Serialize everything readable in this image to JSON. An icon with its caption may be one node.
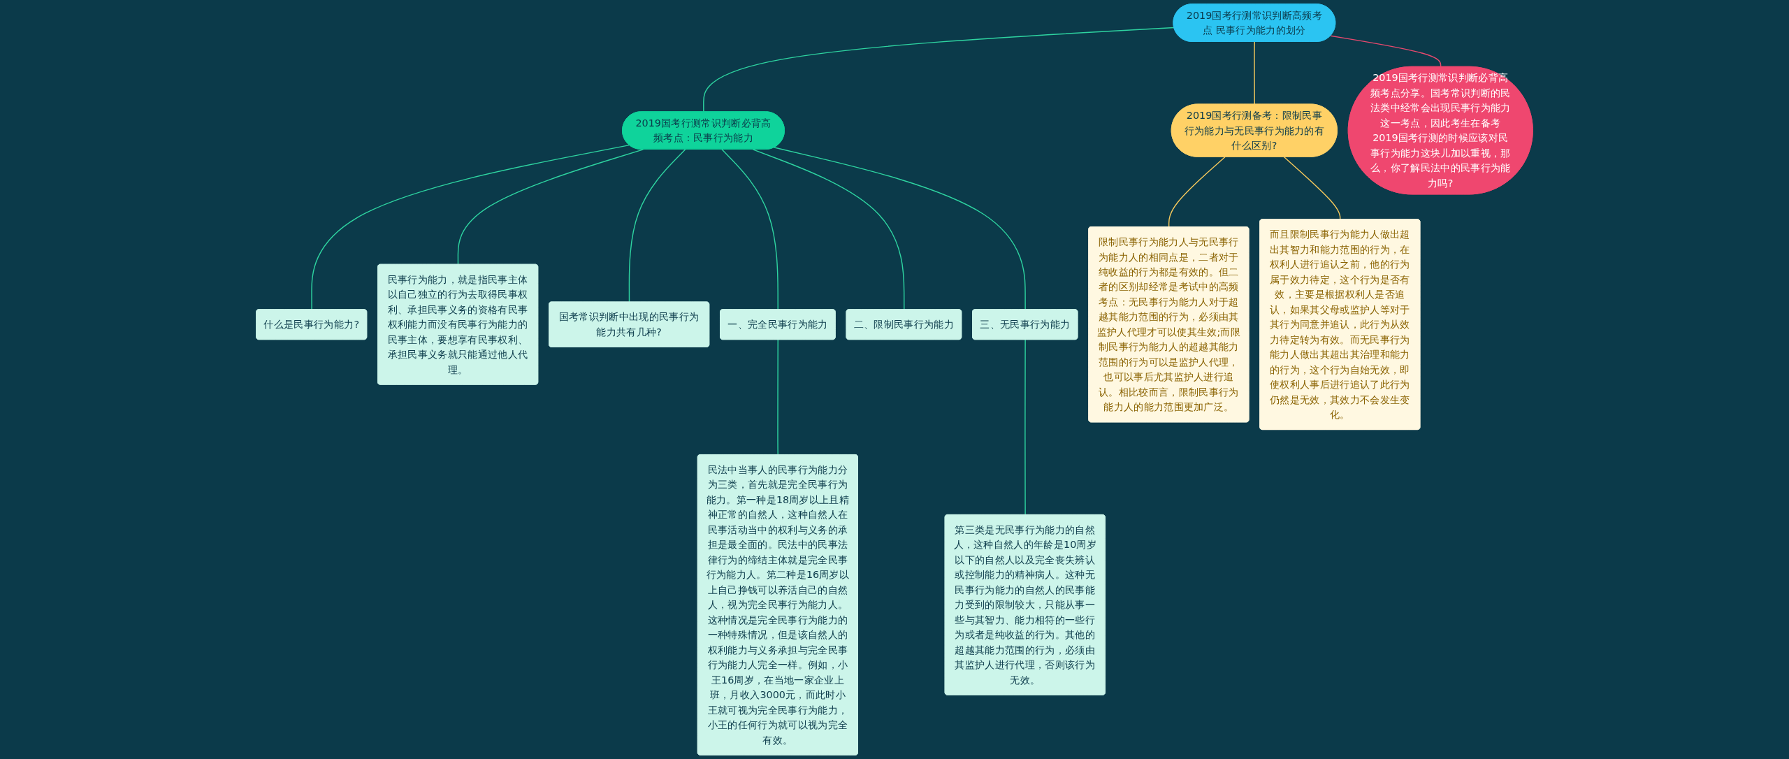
{
  "diagram": {
    "nodes": [
      {
        "text": [
          "2019国考行测常识判断高频考点 民事行为能力的划分"
        ]
      },
      {
        "text": [
          "2019国考行测常识判断必背高频考点分享。国考常识判断的民法类中经常会出现民事行为能力这一考点，因此考生在备考2019国考行测的时候应该对民事行为能力这块儿加以重视，那么，你了解民法中的民事行为能力吗?"
        ]
      },
      {
        "text": [
          "2019国考行测常识判断必背高频考点：民事行为能力"
        ]
      },
      {
        "text": [
          "什么是民事行为能力?"
        ]
      },
      {
        "text": [
          "民事行为能力，就是指民事主体以自己独立的行为去取得民事权利、承担民事义务的资格有民事权利能力而没有民事行为能力的民事主体，要想享有民事权利、承担民事义务就只能通过他人代理。"
        ]
      },
      {
        "text": [
          "国考常识判断中出现的民事行为能力共有几种?"
        ]
      },
      {
        "text": [
          "民法中当事人的民事行为能力分为三类，首先就是完全民事行为能力。第一种是18周岁以上且精神正常的自然人，这种自然人在民事活动当中的权利与义务的承担是最全面的。民法中的民事法律行为的缔结主体就是完全民事行为能力人。第二种是16周岁以上自己挣钱可以养活自己的自然人，视为完全民事行为能力人。这种情况是完全民事行为能力的一种特殊情况，但是该自然人的权利能力与义务承担与完全民事行为能力人完全一样。例如，小王16周岁，在当地一家企业上班，月收入3000元，而此时小王就可视为完全民事行为能力，小王的任何行为就可以视为完全有效。"
        ]
      },
      {
        "text": [
          "一、完全民事行为能力"
        ]
      },
      {
        "text": [
          "二、限制民事行为能力"
        ]
      },
      {
        "text": [
          "第三类是无民事行为能力的自然人，这种自然人的年龄是10周岁以下的自然人以及完全丧失辨认或控制能力的精神病人。这种无民事行为能力的自然人的民事能力受到的限制较大，只能从事一些与其智力、能力相符的一些行为或者是纯收益的行为。其他的超越其能力范围的行为，必须由其监护人进行代理，否则该行为无效。"
        ]
      },
      {
        "text": [
          "三、无民事行为能力"
        ]
      },
      {
        "text": [
          "2019国考行测备考：限制民事行为能力与无民事行为能力的有什么区别?"
        ]
      },
      {
        "text": [
          "限制民事行为能力人与无民事行为能力人的相同点是，二者对于纯收益的行为都是有效的。但二者的区别却经常是考试中的高频考点：无民事行为能力人对于超越其能力范围的行为，必须由其监护人代理才可以使其生效;而限制民事行为能力人的超越其能力范围的行为可以是监护人代理，也可以事后尤其监护人进行追认。相比较而言，限制民事行为能力人的能力范围更加广泛。"
        ]
      },
      {
        "text": [
          "而且限制民事行为能力人做出超出其智力和能力范围的行为，在权利人进行追认之前，他的行为属于效力待定，这个行为是否有效，主要是根据权利人是否追认，如果其父母或监护人等对于其行为同意并追认，此行为从效力待定转为有效。而无民事行为能力人做出其超出其治理和能力的行为，这个行为自始无效，即使权利人事后进行追认了此行为仍然是无效，其效力不会发生变化。"
        ]
      }
    ],
    "edges": [
      {
        "from": 0,
        "to": 1,
        "arrow": "none",
        "color": "#e8496e"
      },
      {
        "from": 0,
        "to": 2,
        "arrow": "none"
      },
      {
        "from": 2,
        "to": 3,
        "arrow": "none"
      },
      {
        "from": 2,
        "to": 4,
        "arrow": "none"
      },
      {
        "from": 2,
        "to": 5,
        "arrow": "none"
      },
      {
        "from": 2,
        "to": 7,
        "arrow": "none"
      },
      {
        "from": 7,
        "to": 6,
        "arrow": "none"
      },
      {
        "from": 2,
        "to": 8,
        "arrow": "none"
      },
      {
        "from": 2,
        "to": 10,
        "arrow": "none"
      },
      {
        "from": 10,
        "to": 9,
        "arrow": "none"
      },
      {
        "from": 0,
        "to": 11,
        "arrow": "none",
        "color": "#f5c85c"
      },
      {
        "from": 11,
        "to": 12,
        "arrow": "none",
        "color": "#f5c85c"
      },
      {
        "from": 11,
        "to": 13,
        "arrow": "none",
        "color": "#f5c85c"
      }
    ]
  }
}
